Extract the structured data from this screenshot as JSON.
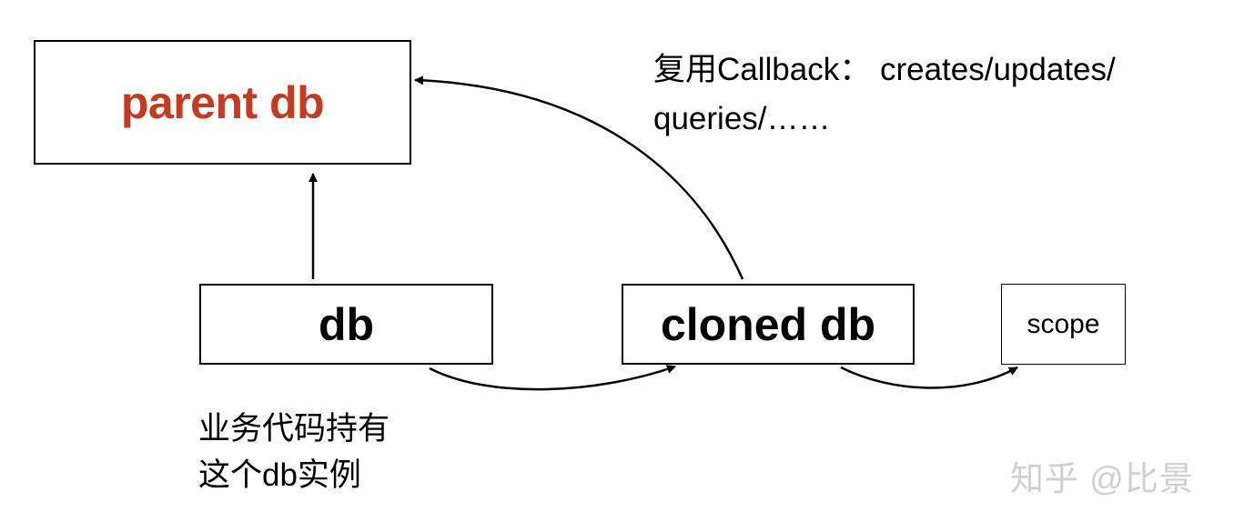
{
  "diagram": {
    "parent_db": {
      "label": "parent db",
      "color": "#c23b22"
    },
    "db": {
      "label": "db"
    },
    "cloned_db": {
      "label": "cloned db"
    },
    "scope": {
      "label": "scope"
    },
    "callback_note": {
      "line1": "复用Callback： creates/updates/",
      "line2": "queries/……"
    },
    "business_note": {
      "line1": "业务代码持有",
      "line2": "这个db实例"
    },
    "watermark": "知乎 @比景"
  }
}
